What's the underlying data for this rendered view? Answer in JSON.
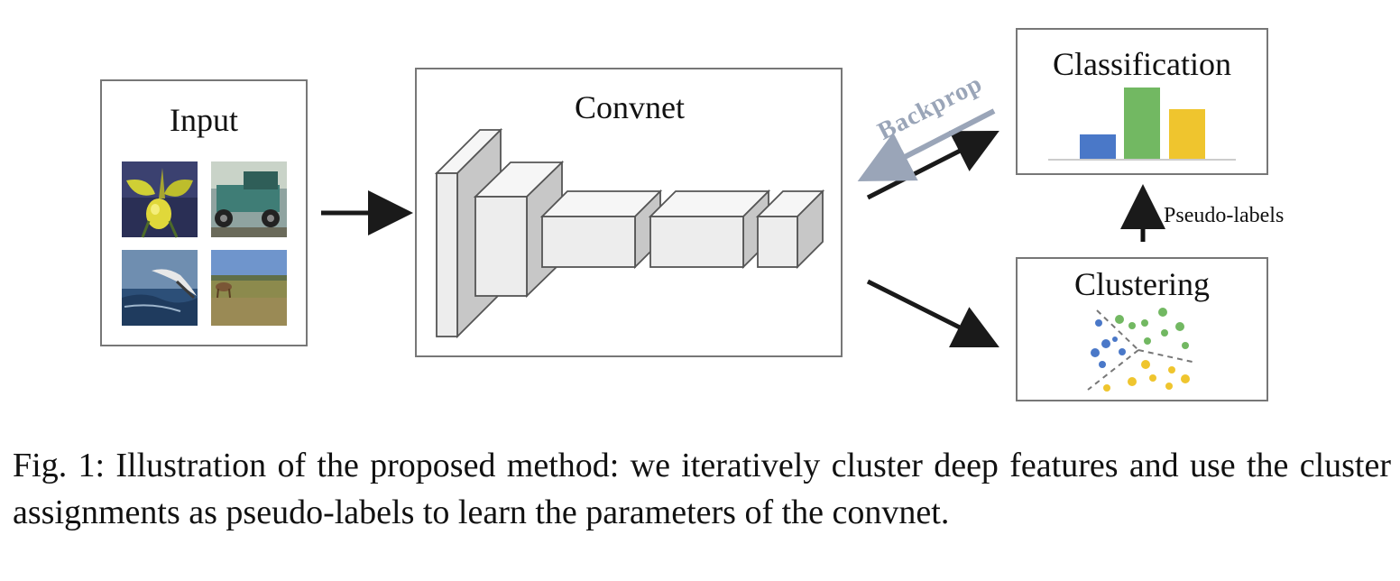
{
  "input": {
    "title": "Input"
  },
  "convnet": {
    "title": "Convnet"
  },
  "backprop": {
    "label": "Backprop"
  },
  "classification": {
    "title": "Classification",
    "bar_colors": [
      "#4a78c8",
      "#72b862",
      "#efc52e"
    ]
  },
  "pseudo_labels": {
    "label": "Pseudo-labels"
  },
  "clustering": {
    "title": "Clustering",
    "cluster_colors": [
      "#4a78c8",
      "#72b862",
      "#efc52e"
    ]
  },
  "caption": {
    "text": "Fig. 1: Illustration of the proposed method: we iteratively cluster deep features and use the cluster assignments as pseudo-labels to learn the parameters of the convnet."
  }
}
